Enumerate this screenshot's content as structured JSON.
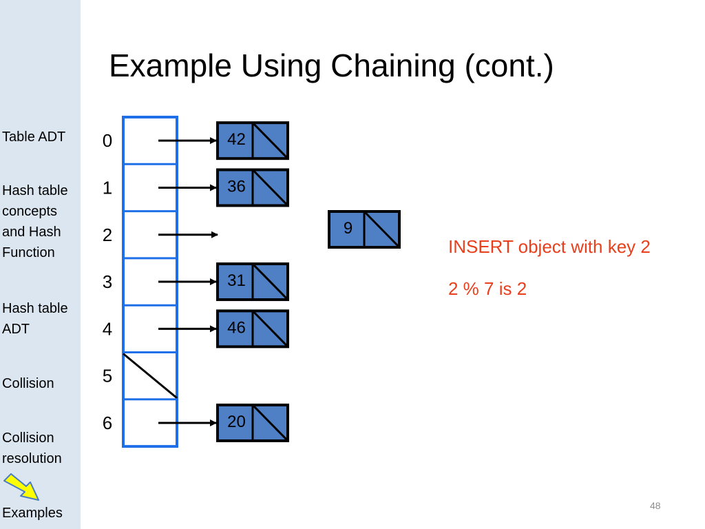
{
  "sidebar": {
    "items": [
      {
        "label": "Table ADT"
      },
      {
        "label": "Hash table\nconcepts\nand Hash\nFunction"
      },
      {
        "label": "Hash table\nADT"
      },
      {
        "label": "Collision"
      },
      {
        "label": "Collision\nresolution"
      },
      {
        "label": "Examples",
        "current": true
      }
    ]
  },
  "slide": {
    "title": "Example Using Chaining (cont.)",
    "note_line1": "INSERT object with key 2",
    "note_line2": "2 % 7 is 2",
    "slide_number": "48"
  },
  "table": {
    "indices": [
      "0",
      "1",
      "2",
      "3",
      "4",
      "5",
      "6"
    ],
    "null_slot": "5"
  },
  "chains": [
    {
      "index": "0",
      "key": "42"
    },
    {
      "index": "1",
      "key": "36"
    },
    {
      "index": "3",
      "key": "31"
    },
    {
      "index": "4",
      "key": "46"
    },
    {
      "index": "6",
      "key": "20"
    }
  ],
  "new_node": {
    "key": "9",
    "target_index": "2"
  },
  "colors": {
    "sidebar_bg": "#dce6f0",
    "table_border": "#1f6fe8",
    "node_fill": "#4f7fc4",
    "note_text": "#e8401c",
    "pointer_arrow": "#ffff00"
  }
}
